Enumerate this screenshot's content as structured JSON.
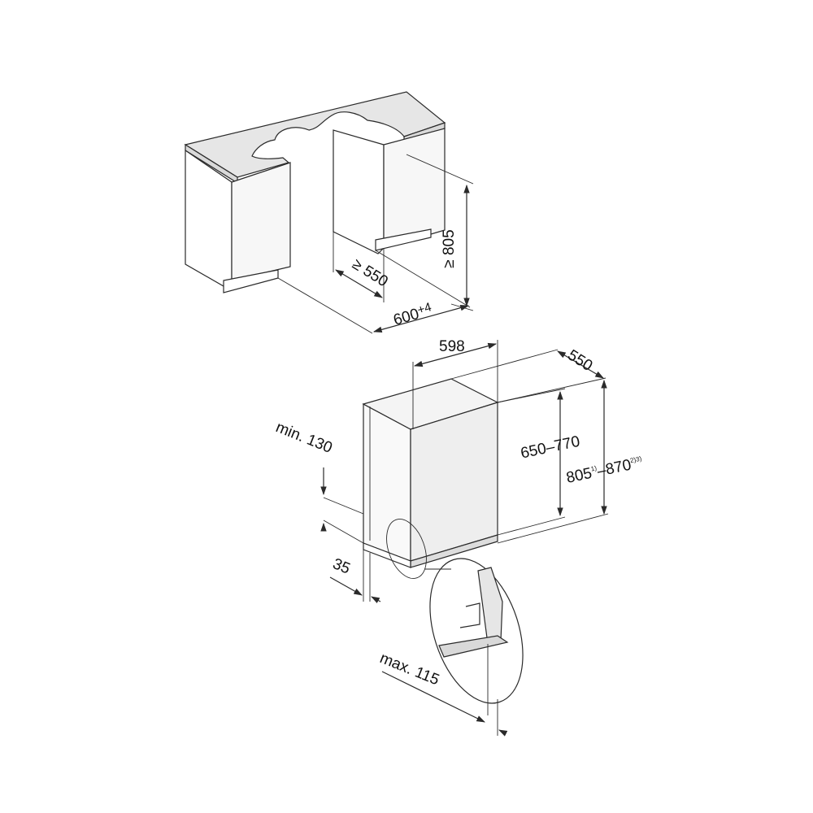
{
  "colors": {
    "background": "#ffffff",
    "line": "#2a2a2a",
    "counter_top": "#e6e6e6",
    "cabinet_front": "#f7f7f7",
    "cabinet_side": "#ffffff",
    "appliance_door": "#eeeeee",
    "appliance_top": "#f4f4f4",
    "appliance_side": "#f9f9f9"
  },
  "niche": {
    "height_label": "≥ 805",
    "depth_label": "≥ 550",
    "width_label": "600",
    "width_tolerance": "+4"
  },
  "appliance": {
    "width_label": "598",
    "depth_label": "550",
    "door_height_label": "650–770",
    "total_height_min": "805",
    "total_height_min_note": "1)",
    "total_height_sep": "–",
    "total_height_max": "870",
    "total_height_max_note": "2)3)",
    "plinth_height_label": "min. 130",
    "plinth_depth_label": "35",
    "offset_label": "max. 115"
  }
}
